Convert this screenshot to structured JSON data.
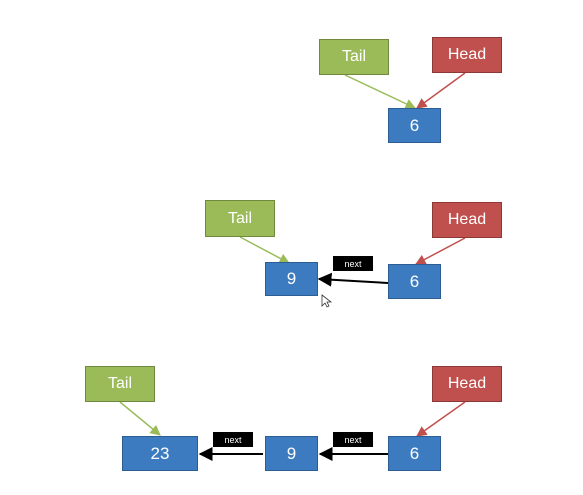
{
  "labels": {
    "tail": "Tail",
    "head": "Head",
    "next": "next"
  },
  "colors": {
    "tail_fill": "#9bbb59",
    "head_fill": "#c0504d",
    "node_fill": "#3c7bc0",
    "tail_arrow": "#9bbb59",
    "head_arrow": "#c0504d",
    "next_arrow": "#000000"
  },
  "steps": [
    {
      "nodes": [
        "6"
      ]
    },
    {
      "nodes": [
        "9",
        "6"
      ]
    },
    {
      "nodes": [
        "23",
        "9",
        "6"
      ]
    }
  ]
}
